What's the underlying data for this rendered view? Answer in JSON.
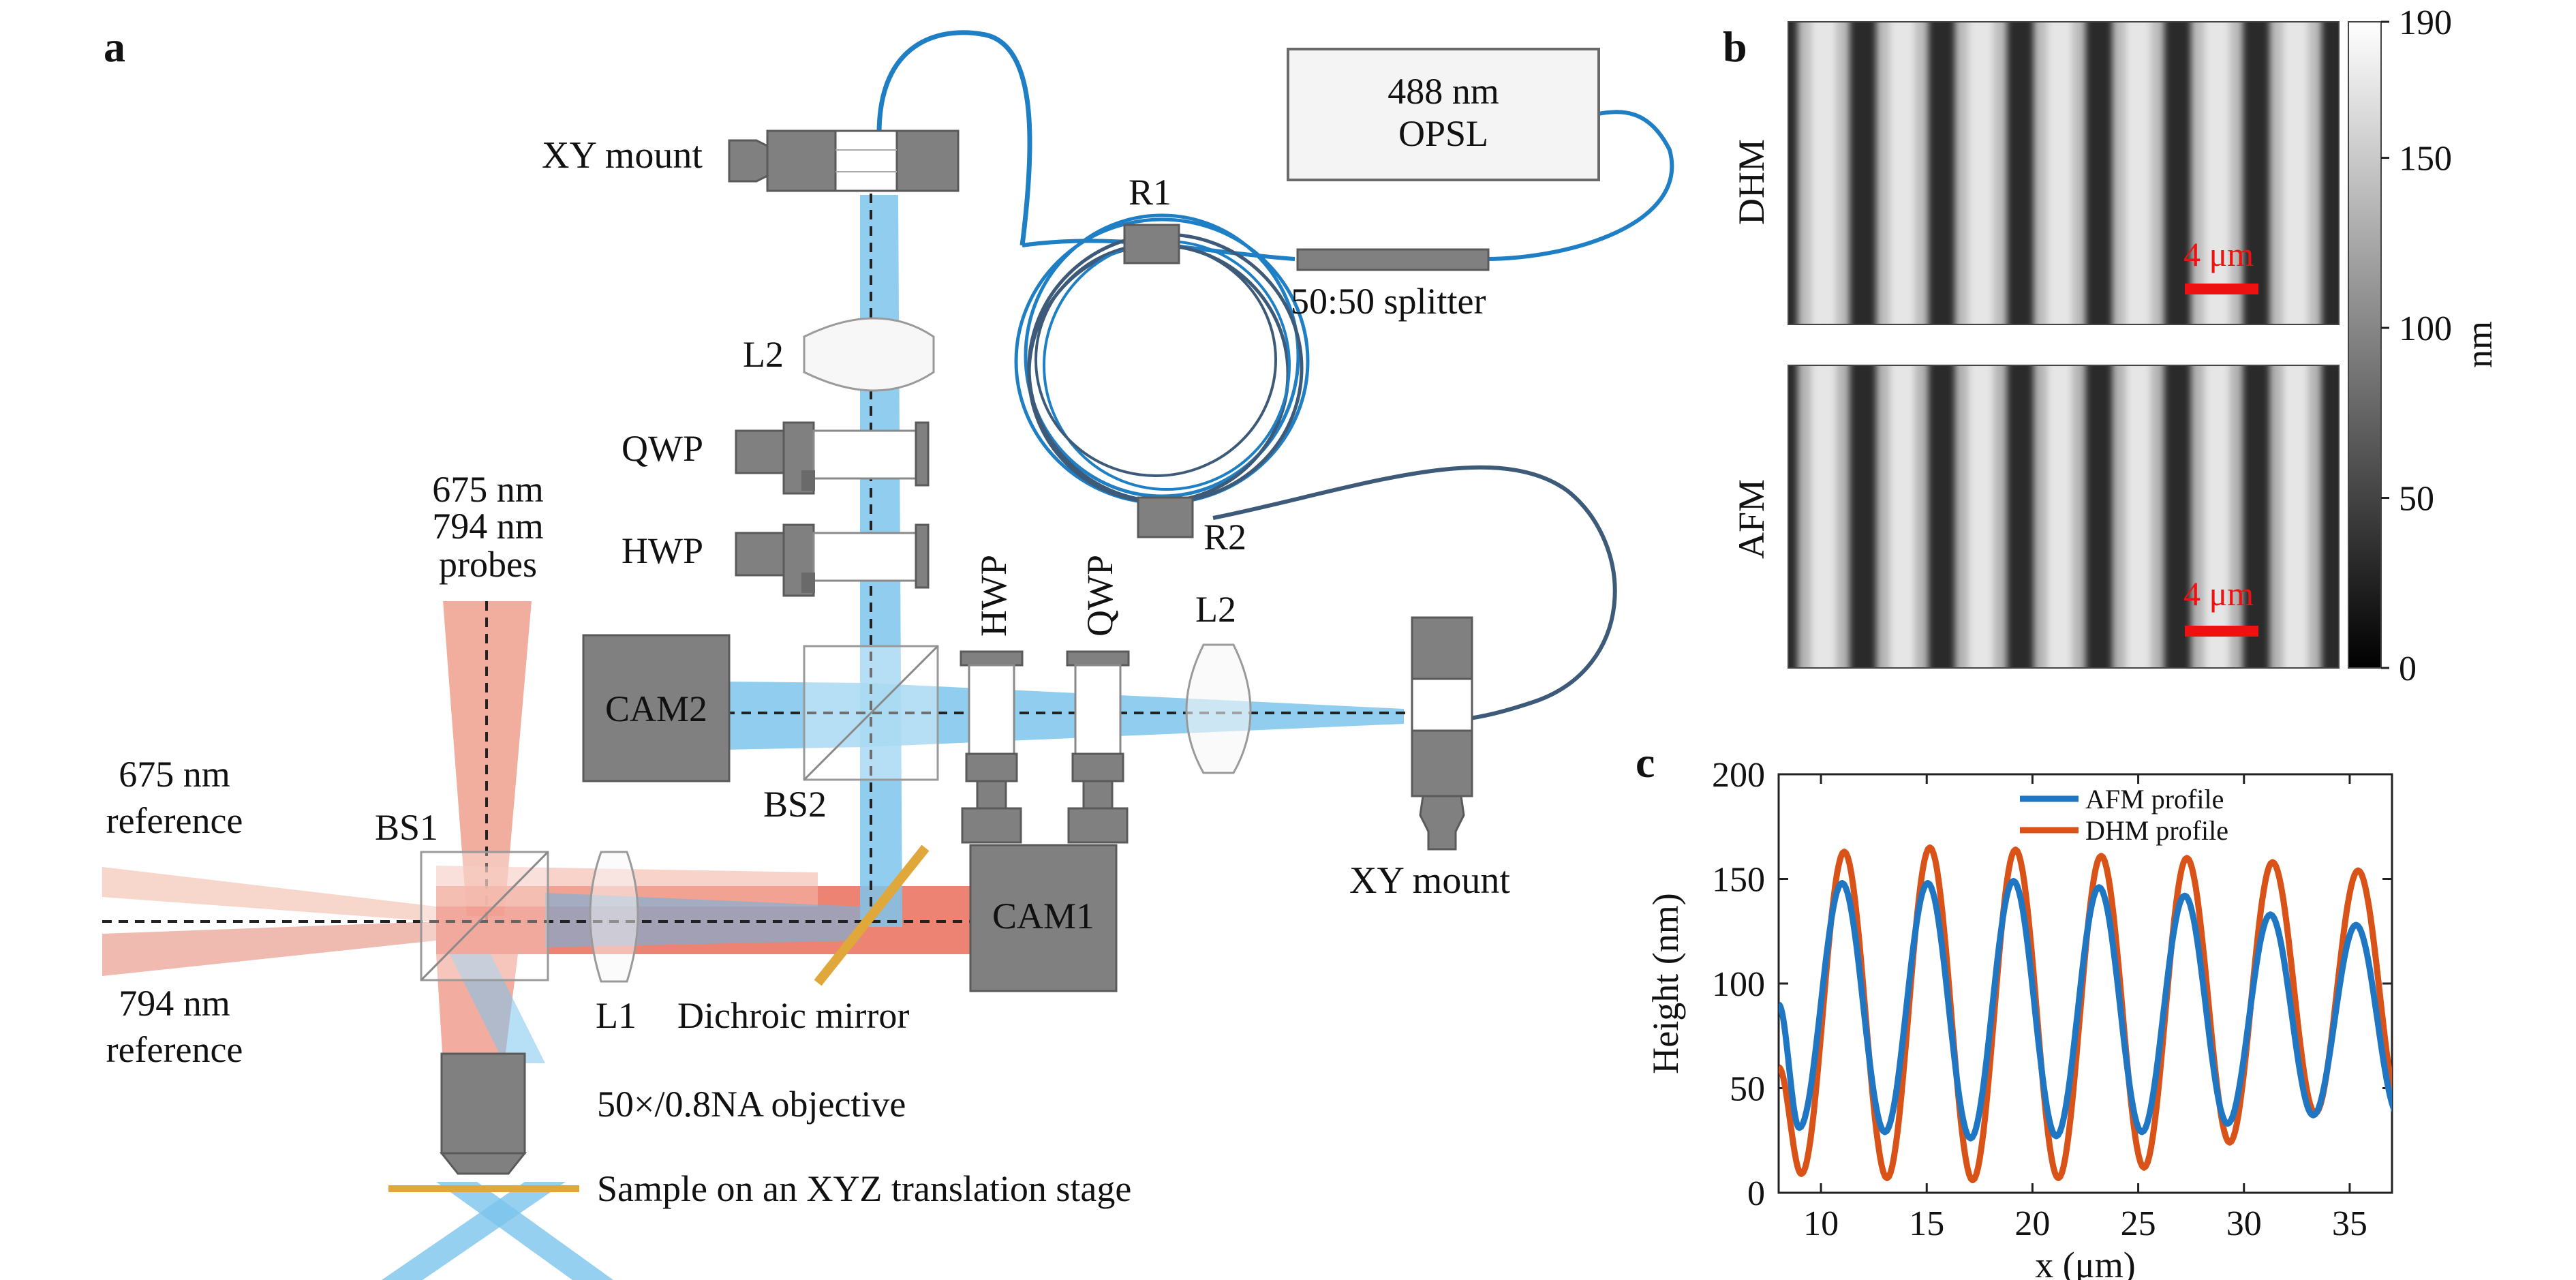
{
  "panel_a": {
    "letter": "a",
    "labels": {
      "xy_mount_top": "XY mount",
      "laser_line1": "488 nm",
      "laser_line2": "OPSL",
      "r1": "R1",
      "r2": "R2",
      "splitter": "50:50 splitter",
      "l2_top": "L2",
      "qwp_left": "QWP",
      "hwp_left": "HWP",
      "probes_line1": "675 nm",
      "probes_line2": "794 nm",
      "probes_line3": "probes",
      "cam2": "CAM2",
      "hwp_mid": "HWP",
      "qwp_mid": "QWP",
      "l2_right": "L2",
      "ref675_line1": "675 nm",
      "ref675_line2": "reference",
      "bs1": "BS1",
      "bs2": "BS2",
      "cam1": "CAM1",
      "xy_mount_right": "XY mount",
      "ref794_line1": "794 nm",
      "ref794_line2": "reference",
      "l1": "L1",
      "dichroic": "Dichroic mirror",
      "objective": "50×/0.8NA objective",
      "sample": "Sample on an XYZ translation stage"
    }
  },
  "panel_b": {
    "letter": "b",
    "dhm_label": "DHM",
    "afm_label": "AFM",
    "scalebar_label": "4 μm",
    "colorbar": {
      "ticks": [
        "190",
        "150",
        "100",
        "50",
        "0"
      ],
      "unit": "nm"
    }
  },
  "panel_c": {
    "letter": "c",
    "chart_data": {
      "type": "line",
      "xlabel": "x (μm)",
      "ylabel": "Height (nm)",
      "xlim": [
        8,
        37
      ],
      "ylim": [
        0,
        200
      ],
      "xticks": [
        10,
        15,
        20,
        25,
        30,
        35
      ],
      "yticks": [
        0,
        50,
        100,
        150,
        200
      ],
      "grid": false,
      "legend_position": "top-center",
      "series": [
        {
          "name": "AFM profile",
          "color": "#1f77c4",
          "period": 4.05,
          "phase_x": 11.0,
          "peaks": [
            148,
            148,
            149,
            146,
            142,
            133,
            128
          ],
          "troughs": [
            31,
            29,
            26,
            27,
            29,
            33,
            37
          ],
          "x_start": 8.0,
          "y_start": 90
        },
        {
          "name": "DHM profile",
          "color": "#d95319",
          "period": 4.05,
          "phase_x": 11.1,
          "peaks": [
            163,
            165,
            164,
            161,
            160,
            158,
            154
          ],
          "troughs": [
            9,
            7,
            6,
            7,
            12,
            24,
            38
          ],
          "x_start": 8.0,
          "y_start": 60
        }
      ]
    }
  },
  "colors": {
    "blue_fiber": "#1f7fc4",
    "dark_fiber": "#3d5a78",
    "blue_beam": "#7cc4ec",
    "red_beam": "#e0503a",
    "pale_red_beam": "#f2b0a0",
    "component_gray": "#808080",
    "dichroic": "#e0a83a",
    "scalebar": "#ee1111"
  }
}
